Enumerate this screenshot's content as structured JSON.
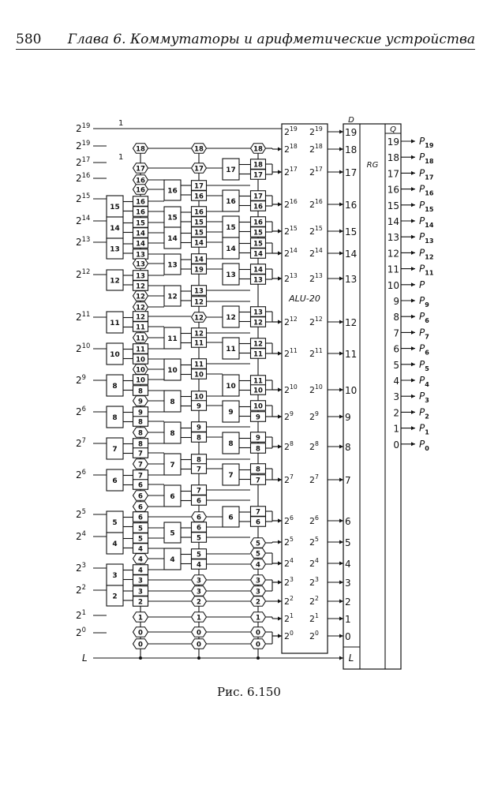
{
  "header": {
    "page_number": "580",
    "chapter_title": "Глава 6.  Коммутаторы и арифметические устройства"
  },
  "caption": "Рис. 6.150",
  "inputs": [
    {
      "base": "2",
      "exp": "19",
      "note": "1"
    },
    {
      "base": "2",
      "exp": "19"
    },
    {
      "base": "2",
      "exp": "17",
      "note": "1"
    },
    {
      "base": "2",
      "exp": "16"
    },
    {
      "base": "2",
      "exp": "15"
    },
    {
      "base": "2",
      "exp": "14"
    },
    {
      "base": "2",
      "exp": "13"
    },
    {
      "base": "2",
      "exp": "12"
    },
    {
      "base": "2",
      "exp": "11"
    },
    {
      "base": "2",
      "exp": "10"
    },
    {
      "base": "2",
      "exp": "9"
    },
    {
      "base": "2",
      "exp": "6"
    },
    {
      "base": "2",
      "exp": "7"
    },
    {
      "base": "2",
      "exp": "6"
    },
    {
      "base": "2",
      "exp": "5"
    },
    {
      "base": "2",
      "exp": "4"
    },
    {
      "base": "2",
      "exp": "3"
    },
    {
      "base": "2",
      "exp": "2"
    },
    {
      "base": "2",
      "exp": "1"
    },
    {
      "base": "2",
      "exp": "0"
    },
    {
      "base": "L"
    }
  ],
  "col1_blocks": [
    "15",
    "14",
    "13",
    "12",
    "11",
    "10",
    "8",
    "8",
    "7",
    "6",
    "5",
    "4",
    "3",
    "2"
  ],
  "col2_cells": [
    [
      "18",
      "h"
    ],
    [
      "17",
      "h"
    ],
    [
      "16",
      "h"
    ],
    [
      "16",
      "h"
    ],
    [
      "16",
      "b"
    ],
    [
      "16",
      "b"
    ],
    [
      "15",
      "b"
    ],
    [
      "14",
      "b"
    ],
    [
      "14",
      "b"
    ],
    [
      "13",
      "b"
    ],
    [
      "13",
      "h"
    ],
    [
      "13",
      "b"
    ],
    [
      "12",
      "b"
    ],
    [
      "12",
      "h"
    ],
    [
      "12",
      "h"
    ],
    [
      "12",
      "b"
    ],
    [
      "11",
      "b"
    ],
    [
      "11",
      "h"
    ],
    [
      "11",
      "b"
    ],
    [
      "10",
      "b"
    ],
    [
      "10",
      "h"
    ],
    [
      "10",
      "b"
    ],
    [
      "8",
      "b"
    ],
    [
      "9",
      "h"
    ],
    [
      "9",
      "b"
    ],
    [
      "8",
      "b"
    ],
    [
      "8",
      "h"
    ],
    [
      "8",
      "b"
    ],
    [
      "7",
      "b"
    ],
    [
      "7",
      "h"
    ],
    [
      "7",
      "b"
    ],
    [
      "6",
      "b"
    ],
    [
      "6",
      "h"
    ],
    [
      "6",
      "h"
    ],
    [
      "6",
      "b"
    ],
    [
      "5",
      "b"
    ],
    [
      "5",
      "b"
    ],
    [
      "4",
      "b"
    ],
    [
      "4",
      "h"
    ],
    [
      "4",
      "b"
    ],
    [
      "3",
      "b"
    ],
    [
      "3",
      "b"
    ],
    [
      "2",
      "b"
    ],
    [
      "1",
      "h"
    ],
    [
      "0",
      "h"
    ],
    [
      "0",
      "h"
    ]
  ],
  "col3_blocks": [
    "16",
    "15",
    "14",
    "13",
    "12",
    "11",
    "10",
    "8",
    "8",
    "7",
    "6",
    "5",
    "4"
  ],
  "col4_cells": [
    [
      "18",
      "h"
    ],
    [
      "17",
      "h"
    ],
    [
      "17",
      "b"
    ],
    [
      "16",
      "b"
    ],
    [
      "16",
      "b"
    ],
    [
      "15",
      "b"
    ],
    [
      "15",
      "b"
    ],
    [
      "14",
      "b"
    ],
    [
      "14",
      "b"
    ],
    [
      "19",
      "b"
    ],
    [
      "13",
      "b"
    ],
    [
      "12",
      "b"
    ],
    [
      "12",
      "h"
    ],
    [
      "12",
      "b"
    ],
    [
      "11",
      "b"
    ],
    [
      "11",
      "b"
    ],
    [
      "10",
      "b"
    ],
    [
      "10",
      "b"
    ],
    [
      "9",
      "b"
    ],
    [
      "9",
      "b"
    ],
    [
      "8",
      "b"
    ],
    [
      "8",
      "b"
    ],
    [
      "7",
      "b"
    ],
    [
      "7",
      "b"
    ],
    [
      "6",
      "b"
    ],
    [
      "6",
      "h"
    ],
    [
      "6",
      "b"
    ],
    [
      "5",
      "b"
    ],
    [
      "5",
      "b"
    ],
    [
      "4",
      "b"
    ],
    [
      "3",
      "h"
    ],
    [
      "3",
      "h"
    ],
    [
      "2",
      "h"
    ],
    [
      "1",
      "h"
    ],
    [
      "0",
      "h"
    ],
    [
      "0",
      "h"
    ]
  ],
  "col5_blocks": [
    "17",
    "16",
    "15",
    "14",
    "13",
    "12",
    "11",
    "10",
    "9",
    "8",
    "7",
    "6"
  ],
  "col6_cells": [
    [
      "18",
      "h"
    ],
    [
      "18",
      "b"
    ],
    [
      "17",
      "b"
    ],
    [
      "17",
      "b"
    ],
    [
      "16",
      "b"
    ],
    [
      "16",
      "b"
    ],
    [
      "15",
      "b"
    ],
    [
      "15",
      "b"
    ],
    [
      "14",
      "b"
    ],
    [
      "14",
      "b"
    ],
    [
      "13",
      "b"
    ],
    [
      "13",
      "b"
    ],
    [
      "12",
      "b"
    ],
    [
      "12",
      "b"
    ],
    [
      "11",
      "b"
    ],
    [
      "11",
      "b"
    ],
    [
      "10",
      "b"
    ],
    [
      "10",
      "b"
    ],
    [
      "9",
      "b"
    ],
    [
      "9",
      "b"
    ],
    [
      "8",
      "b"
    ],
    [
      "8",
      "b"
    ],
    [
      "7",
      "b"
    ],
    [
      "7",
      "b"
    ],
    [
      "6",
      "b"
    ],
    [
      "5",
      "h"
    ],
    [
      "5",
      "h"
    ],
    [
      "4",
      "h"
    ],
    [
      "3",
      "h"
    ],
    [
      "3",
      "h"
    ],
    [
      "2",
      "h"
    ],
    [
      "1",
      "h"
    ],
    [
      "0",
      "h"
    ],
    [
      "0",
      "h"
    ]
  ],
  "alu": {
    "label": "ALU-20",
    "bits": [
      "19",
      "18",
      "17",
      "16",
      "15",
      "14",
      "13",
      "12",
      "11",
      "10",
      "9",
      "8",
      "7",
      "6",
      "5",
      "4",
      "3",
      "2",
      "1",
      "0"
    ]
  },
  "register": {
    "d_label": "D",
    "rg_label": "RG",
    "q_label": "Q",
    "l_label": "L",
    "d_pins": [
      "19",
      "18",
      "17",
      "16",
      "15",
      "14",
      "13",
      "12",
      "11",
      "10",
      "9",
      "8",
      "7",
      "6",
      "5",
      "4",
      "3",
      "2",
      "1",
      "0"
    ],
    "q_pins": [
      "19",
      "18",
      "17",
      "16",
      "15",
      "14",
      "13",
      "12",
      "11",
      "10",
      "9",
      "8",
      "7",
      "6",
      "5",
      "4",
      "3",
      "2",
      "1",
      "0"
    ]
  },
  "outputs": [
    {
      "base": "P",
      "sub": "19"
    },
    {
      "base": "P",
      "sub": "18"
    },
    {
      "base": "P",
      "sub": "17"
    },
    {
      "base": "P",
      "sub": "16"
    },
    {
      "base": "P",
      "sub": "15"
    },
    {
      "base": "P",
      "sub": "14"
    },
    {
      "base": "P",
      "sub": "13"
    },
    {
      "base": "P",
      "sub": "12"
    },
    {
      "base": "P",
      "sub": "11"
    },
    {
      "base": "P",
      "sub": ""
    },
    {
      "base": "P",
      "sub": "9"
    },
    {
      "base": "P",
      "sub": "6"
    },
    {
      "base": "P",
      "sub": "7"
    },
    {
      "base": "P",
      "sub": "6"
    },
    {
      "base": "P",
      "sub": "5"
    },
    {
      "base": "P",
      "sub": "4"
    },
    {
      "base": "P",
      "sub": "3"
    },
    {
      "base": "P",
      "sub": "2"
    },
    {
      "base": "P",
      "sub": "1"
    },
    {
      "base": "P",
      "sub": "0"
    }
  ]
}
